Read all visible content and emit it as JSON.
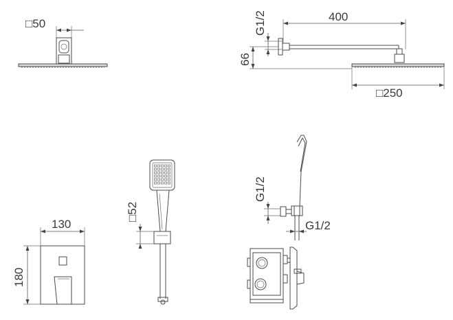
{
  "labels": {
    "top_head_width": "□50",
    "arm_thread": "G1/2",
    "arm_length": "400",
    "arm_height": "66",
    "rain_head_size": "□250",
    "hand_head_size": "□52",
    "hand_thread": "G1/2",
    "outlet_thread": "G1/2",
    "plate_width": "130",
    "plate_height": "180"
  }
}
